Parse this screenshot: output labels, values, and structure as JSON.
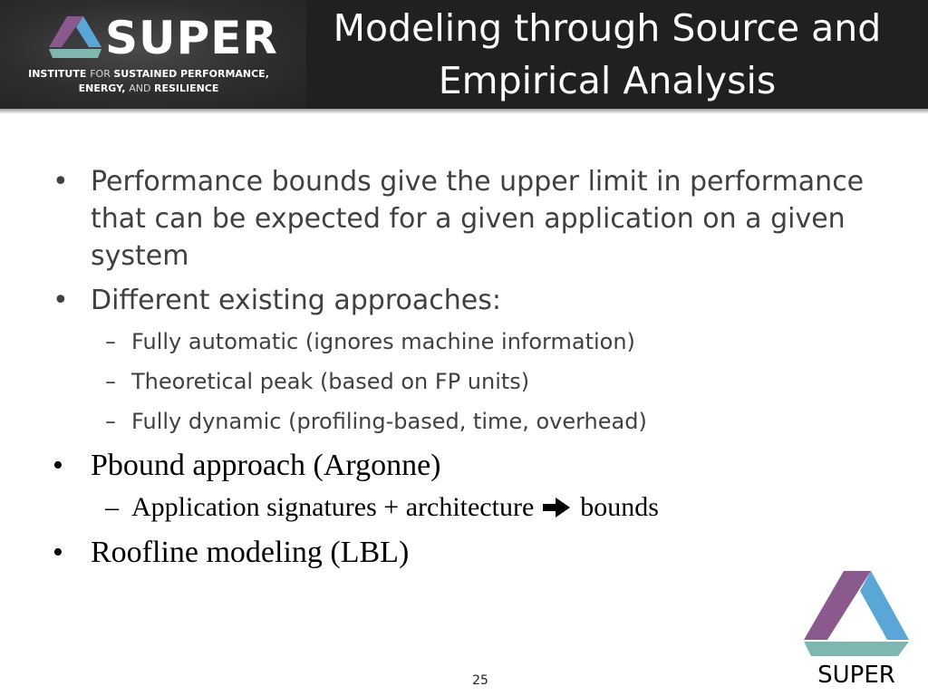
{
  "header": {
    "logo_word": "SUPER",
    "logo_tagline": {
      "part1": "INSTITUTE ",
      "part2_thin": "FOR ",
      "part3": "SUSTAINED PERFORMANCE,",
      "part4": "ENERGY, ",
      "part5_thin": "AND ",
      "part6": "RESILIENCE"
    },
    "title_line1": "Modeling through Source and",
    "title_line2": "Empirical Analysis"
  },
  "bullets": {
    "b1": "Performance bounds give the upper limit in performance that can be expected for a given application on a given system",
    "b2": "Different existing approaches:",
    "b2_sub": [
      "Fully automatic (ignores machine information)",
      "Theoretical peak (based on FP units)",
      "Fully dynamic (profiling-based, time, overhead)"
    ],
    "b3": "Pbound approach (Argonne)",
    "b3_sub_before": "Application signatures + architecture",
    "b3_sub_after": "bounds",
    "b4": "Roofline modeling (LBL)",
    "bullet_glyph": "•",
    "dash_glyph": "–"
  },
  "footer": {
    "page_number": "25",
    "corner_logo_word": "SUPER"
  },
  "icons": {
    "arrow": "arrow-right-icon",
    "logo_mark": "super-triangle-logo-icon"
  },
  "colors": {
    "header_bg": "#211f20",
    "logo_purple": "#8a5a8e",
    "logo_blue": "#5aa6d6",
    "logo_teal": "#7fb7b0",
    "body_text": "#404040"
  }
}
